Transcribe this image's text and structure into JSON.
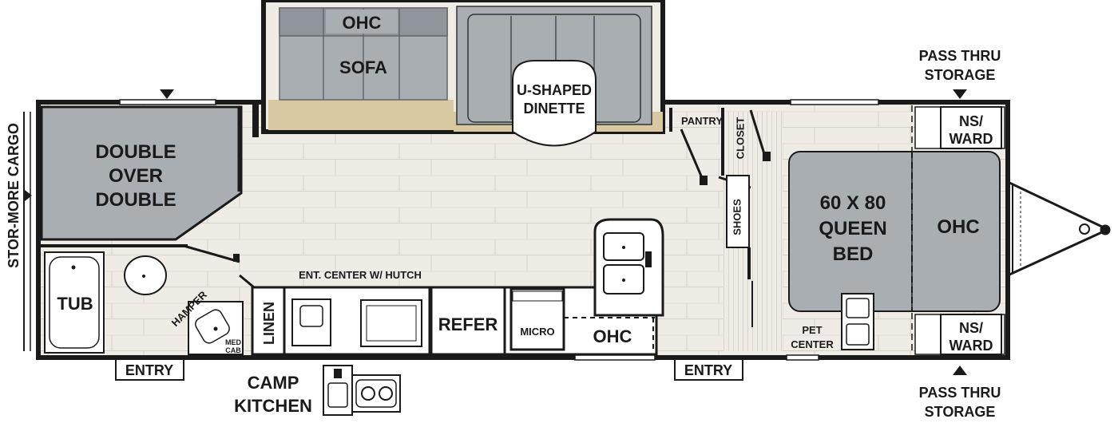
{
  "labels": {
    "stor_more_cargo": "STOR-MORE CARGO",
    "double_over_double_1": "DOUBLE",
    "double_over_double_2": "OVER",
    "double_over_double_3": "DOUBLE",
    "ohc_top": "OHC",
    "sofa": "SOFA",
    "dinette_1": "U-SHAPED",
    "dinette_2": "DINETTE",
    "pantry": "PANTRY",
    "closet": "CLOSET",
    "shoes": "SHOES",
    "bed_1": "60 X 80",
    "bed_2": "QUEEN",
    "bed_3": "BED",
    "ohc_front": "OHC",
    "ns_ward_top_1": "NS/",
    "ns_ward_top_2": "WARD",
    "ns_ward_bottom_1": "NS/",
    "ns_ward_bottom_2": "WARD",
    "pass_thru_top_1": "PASS THRU",
    "pass_thru_top_2": "STORAGE",
    "pass_thru_bottom_1": "PASS THRU",
    "pass_thru_bottom_2": "STORAGE",
    "tub": "TUB",
    "hamper": "HAMPER",
    "med_cab_1": "MED",
    "med_cab_2": "CAB",
    "linen": "LINEN",
    "ent_center": "ENT. CENTER W/ HUTCH",
    "refer": "REFER",
    "micro": "MICRO",
    "ohc_kitchen": "OHC",
    "pet_center_1": "PET",
    "pet_center_2": "CENTER",
    "entry_rear": "ENTRY",
    "entry_main": "ENTRY",
    "camp_kitchen_1": "CAMP",
    "camp_kitchen_2": "KITCHEN"
  },
  "colors": {
    "wall": "#1a1a1a",
    "floor": "#efece6",
    "plank_line": "#d6d2ca",
    "furniture_gray": "#a9aeb3",
    "furniture_dark": "#8f959b",
    "tan": "#d8c9a3",
    "white": "#ffffff"
  }
}
